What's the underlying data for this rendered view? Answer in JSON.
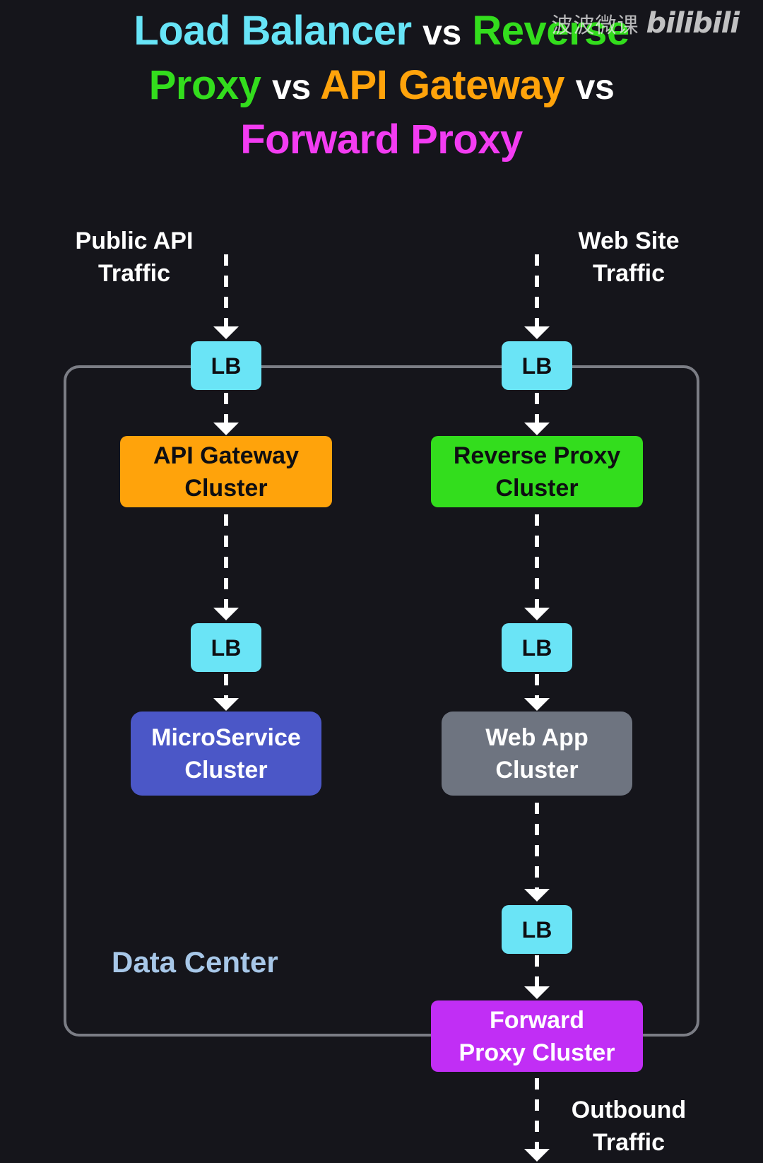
{
  "title": {
    "line1": {
      "part1": "Load Balancer",
      "vs1": "vs",
      "part2": "Reverse"
    },
    "line2": {
      "part1": "Proxy",
      "vs1": "vs",
      "part2": "API Gateway",
      "vs2": "vs"
    },
    "line3": {
      "part1": "Forward Proxy"
    }
  },
  "watermark": {
    "text": "波波微课",
    "logo": "bilibili"
  },
  "traffic": {
    "public_api": "Public API\nTraffic",
    "web_site": "Web Site\nTraffic",
    "outbound": "Outbound\nTraffic"
  },
  "data_center": {
    "label": "Data Center"
  },
  "nodes": {
    "lb_label": "LB",
    "api_gateway": "API Gateway\nCluster",
    "reverse_proxy": "Reverse Proxy\nCluster",
    "microservice": "MicroService\nCluster",
    "web_app": "Web App\nCluster",
    "forward_proxy": "Forward\nProxy Cluster"
  },
  "colors": {
    "load_balancer": "#6ae4f6",
    "reverse_proxy": "#33dd1d",
    "api_gateway": "#ffa30b",
    "forward_proxy": "#c12ef5",
    "microservice": "#4b57c7",
    "web_app": "#6e7480",
    "data_center_border": "#7b7d85",
    "data_center_label": "#a7c7e8",
    "background": "#15151b"
  }
}
